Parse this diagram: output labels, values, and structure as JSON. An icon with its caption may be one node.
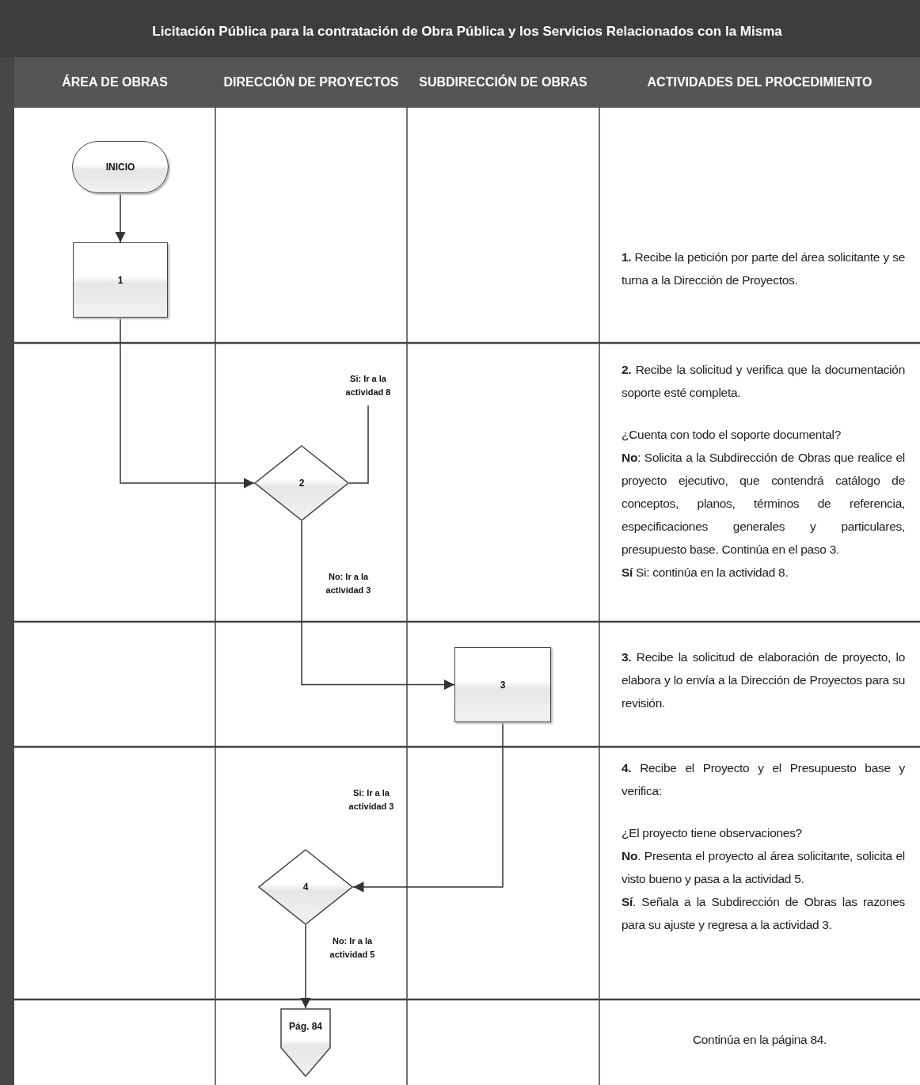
{
  "diagram": {
    "title": "Licitación Pública para la contratación de Obra Pública y los Servicios Relacionados con la Misma",
    "nodes": [
      {
        "text": [
          "INICIO"
        ]
      },
      {
        "text": [
          "1"
        ]
      },
      {
        "text": [
          "2"
        ]
      },
      {
        "text": [
          "Si: Ir a la actividad 8"
        ]
      },
      {
        "text": [
          "3"
        ]
      },
      {
        "text": [
          "4"
        ]
      },
      {
        "text": [
          "Pág. 84"
        ]
      }
    ],
    "edges": [
      {
        "from": 0,
        "to": 1,
        "arrow": "to"
      },
      {
        "from": 1,
        "to": 2,
        "arrow": "to"
      },
      {
        "from": 2,
        "to": 3,
        "arrow": "none"
      },
      {
        "from": 2,
        "to": 4,
        "arrow": "to",
        "label": "No: Ir a la actividad 3"
      },
      {
        "from": 4,
        "to": 5,
        "arrow": "to"
      },
      {
        "from": 5,
        "to": 6,
        "arrow": "to",
        "label": "No: Ir a la actividad 5"
      }
    ],
    "labels": [
      "ÁREA DE OBRAS",
      "DIRECCIÓN DE PROYECTOS",
      "SUBDIRECCIÓN DE OBRAS",
      "ACTIVIDADES DEL PROCEDIMIENTO",
      "**1.** Recibe la petición por parte del área solicitante y se turna a la Dirección de Proyectos.",
      "**2.** Recibe la solicitud y verifica que la documentación soporte esté completa.",
      "¿Cuenta con todo el soporte documental?",
      "**No**: Solicita a la Subdirección de Obras que realice el proyecto ejecutivo, que contendrá catálogo de conceptos, planos, términos de referencia, especificaciones generales y particulares, presupuesto base. Continúa en el paso 3.",
      "**Sí** Si: continúa en la actividad 8.",
      "**3.** Recibe la solicitud de elaboración de proyecto, lo elabora y lo envía a la Dirección de Proyectos para su revisión.",
      "**4.** Recibe el Proyecto y el Presupuesto base y verifica:",
      "Si: Ir a la actividad 3",
      "¿El proyecto tiene observaciones?",
      "**No**. Presenta el proyecto al área solicitante, solicita el visto bueno y pasa a la actividad 5.",
      "**Sí**. Señala a la Subdirección de Obras las razones para su ajuste y regresa a la actividad 3.",
      "Continúa en la página 84."
    ]
  }
}
